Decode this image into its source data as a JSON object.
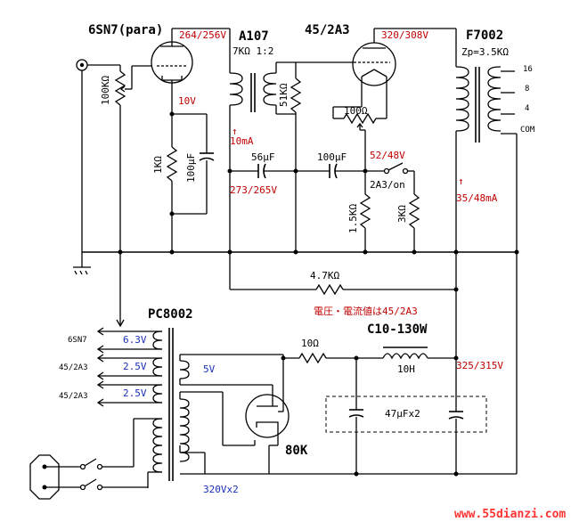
{
  "labels": {
    "preamp_tube": "6SN7(para)",
    "interstage": "A107",
    "interstage_spec": "7KΩ 1:2",
    "output_tube": "45/2A3",
    "output_transformer": "F7002",
    "output_transformer_spec": "Zp=3.5KΩ",
    "power_transformer": "PC8002",
    "rectifier": "80K",
    "choke": "C10-130W",
    "choke_value": "10H"
  },
  "voltages": {
    "preamp_plate": "264/256V",
    "preamp_cathode": "10V",
    "preamp_current": "10mA",
    "coupling_point": "273/265V",
    "output_plate": "320/308V",
    "output_bias": "52/48V",
    "output_current": "35/48mA",
    "b_plus": "325/315V",
    "note": "電圧・電流値は45/2A3"
  },
  "components": {
    "volume": "100KΩ",
    "cathode_r": "1KΩ",
    "cathode_c": "100μF",
    "grid_r": "51KΩ",
    "cap_56": "56μF",
    "cap_100": "100μF",
    "hum_pot": "100Ω",
    "switch": "2A3/on",
    "r_15k": "1.5KΩ",
    "r_3k": "3KΩ",
    "feedback_r": "4.7KΩ",
    "series_r": "10Ω",
    "filter_caps": "47μFx2"
  },
  "taps": [
    "16",
    "8",
    "4",
    "COM"
  ],
  "windings": {
    "heater_6sn7": "6.3V",
    "heater_2a3_1": "2.5V",
    "heater_2a3_2": "2.5V",
    "rect_heater": "5V",
    "hv": "320Vx2"
  },
  "heater_outputs": [
    "6SN7",
    "45/2A3",
    "45/2A3"
  ],
  "watermark": "www.55dianzi.com"
}
